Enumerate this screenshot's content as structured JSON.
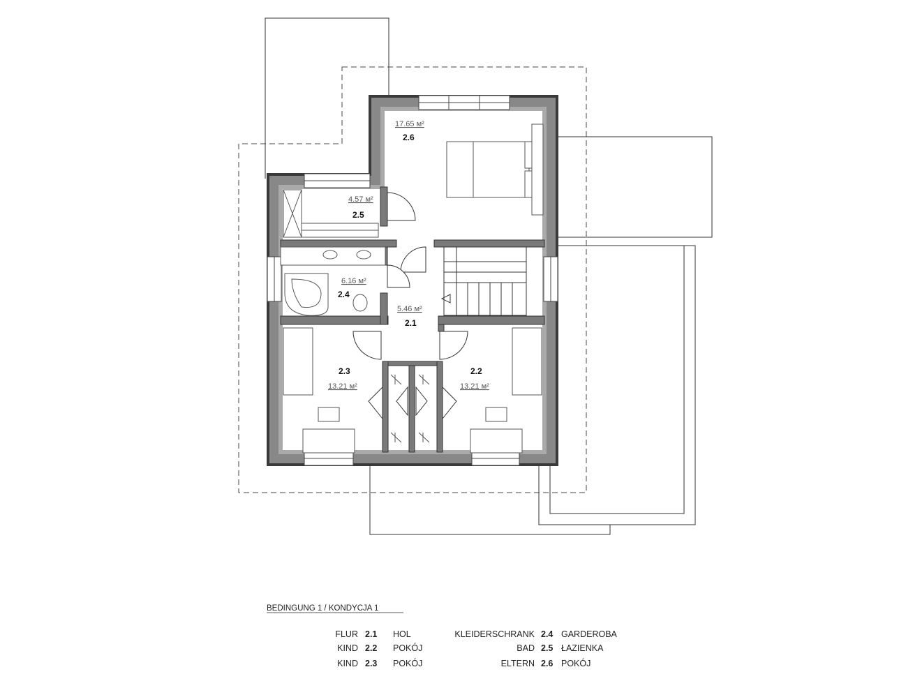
{
  "plan": {
    "rooms": [
      {
        "id": "2.6",
        "area": "17.65 м²",
        "number": "2.6"
      },
      {
        "id": "2.5",
        "area": "4.57 м²",
        "number": "2.5"
      },
      {
        "id": "2.4",
        "area": "6.16 м²",
        "number": "2.4"
      },
      {
        "id": "2.1",
        "area": "5.46 м²",
        "number": "2.1"
      },
      {
        "id": "2.3",
        "area": "13.21 м²",
        "number": "2.3"
      },
      {
        "id": "2.2",
        "area": "13.21 м²",
        "number": "2.2"
      }
    ]
  },
  "legend": {
    "title": "BEDINGUNG 1 / KONDYCJA 1",
    "left": [
      {
        "de": "FLUR",
        "num": "2.1",
        "pl": "HOL"
      },
      {
        "de": "KIND",
        "num": "2.2",
        "pl": "POKÓJ"
      },
      {
        "de": "KIND",
        "num": "2.3",
        "pl": "POKÓJ"
      }
    ],
    "right": [
      {
        "de": "KLEIDERSCHRANK",
        "num": "2.4",
        "pl": "GARDEROBA"
      },
      {
        "de": "BAD",
        "num": "2.5",
        "pl": "ŁAZIENKA"
      },
      {
        "de": "ELTERN",
        "num": "2.6",
        "pl": "POKÓJ"
      }
    ]
  }
}
